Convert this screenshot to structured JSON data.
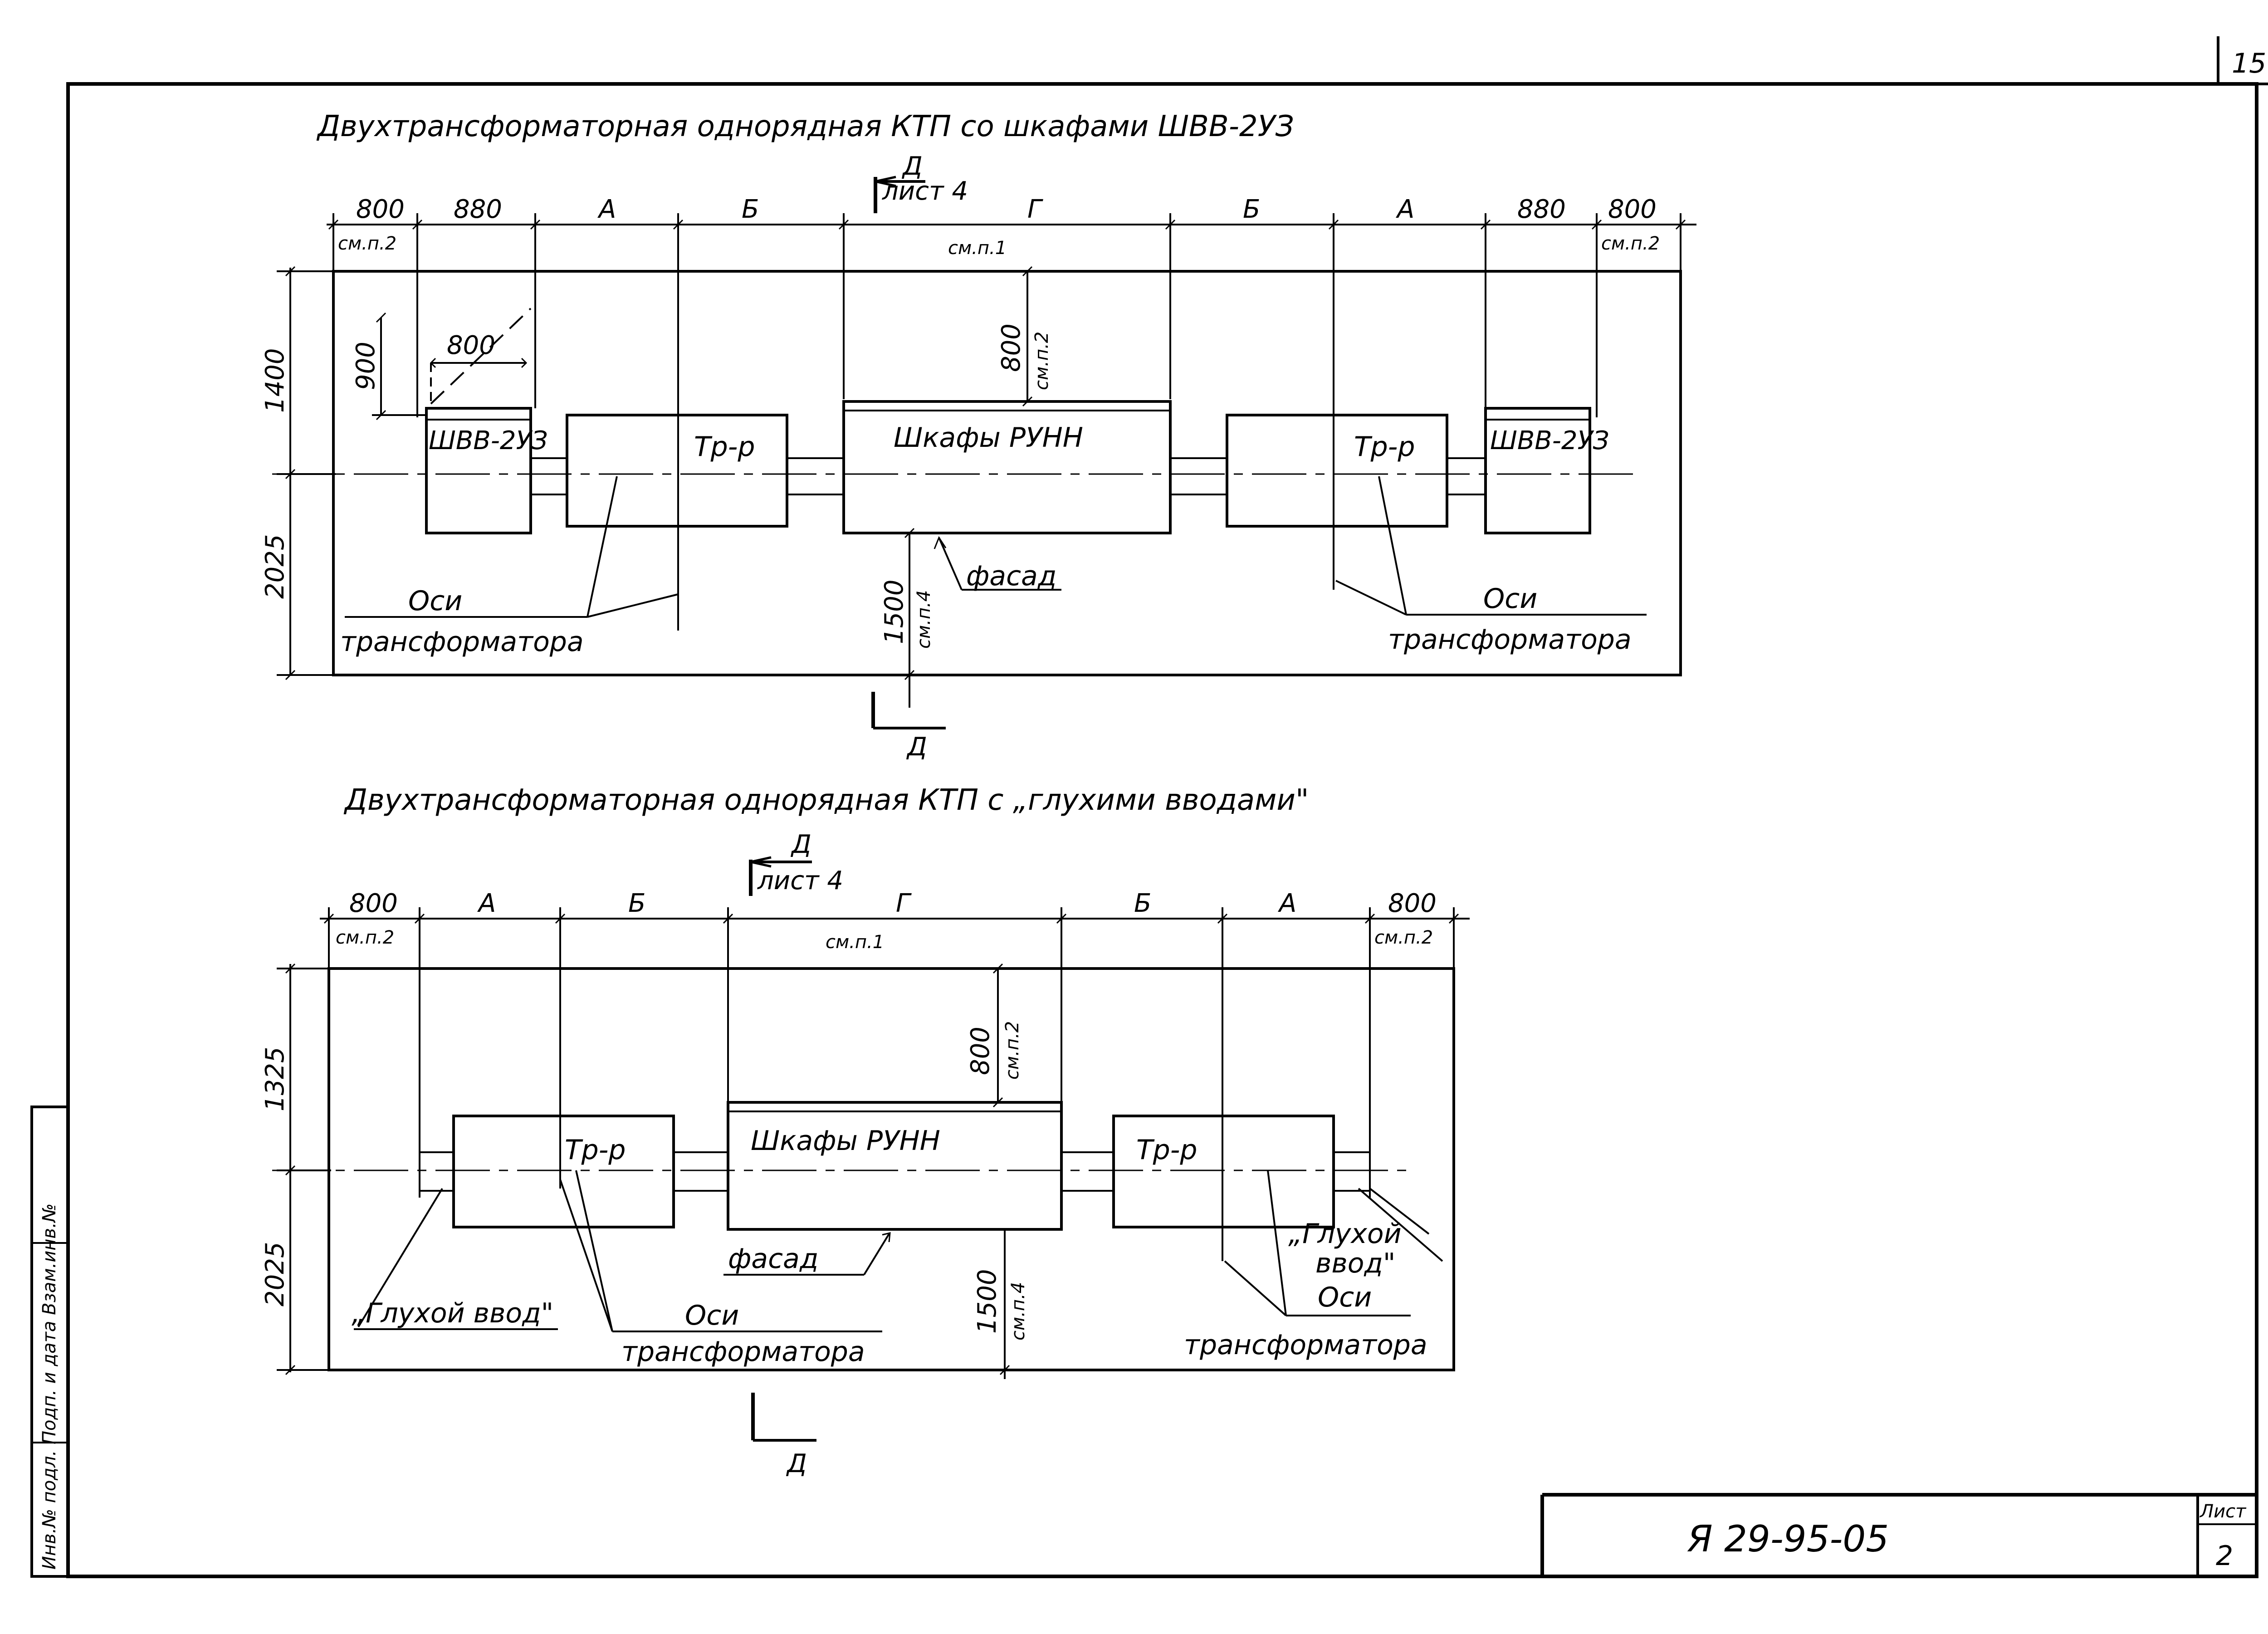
{
  "page": {
    "number": "15"
  },
  "stamp": {
    "code": "Я 29-95-05",
    "sheet_label": "Лист",
    "sheet_no": "2"
  },
  "side_stamp": {
    "text": "Инв.№ подл. Подп. и дата Взам.инв.№"
  },
  "plan1": {
    "title": "Двухтрансформаторная однорядная КТП со шкафами ШВВ-2УЗ",
    "section_letter": "Д",
    "section_ref": "лист 4",
    "top_dims": [
      "800",
      "880",
      "А",
      "Б",
      "Г",
      "Б",
      "А",
      "880",
      "800"
    ],
    "see_p1": "см.п.1",
    "see_p2": "см.п.2",
    "see_p4": "см.п.4",
    "d_1400": "1400",
    "d_2025": "2025",
    "d_900": "900",
    "d_800": "800",
    "d_1500": "1500",
    "cab_left": "ШВВ-2УЗ",
    "cab_right": "ШВВ-2УЗ",
    "tr_left": "Тр-р",
    "tr_right": "Тр-р",
    "runn": "Шкафы РУНН",
    "facade": "фасад",
    "axes_1": "Оси",
    "axes_2": "трансформатора"
  },
  "plan2": {
    "title": "Двухтрансформаторная однорядная КТП с „глухими вводами\"",
    "section_letter": "Д",
    "section_ref": "лист 4",
    "top_dims": [
      "800",
      "А",
      "Б",
      "Г",
      "Б",
      "А",
      "800"
    ],
    "see_p1": "см.п.1",
    "see_p2": "см.п.2",
    "see_p4": "см.п.4",
    "d_1325": "1325",
    "d_2025": "2025",
    "d_800": "800",
    "d_1500": "1500",
    "tr_left": "Тр-р",
    "tr_right": "Тр-р",
    "runn": "Шкафы РУНН",
    "facade": "фасад",
    "blind_left": "„Глухой ввод\"",
    "blind_right_1": "„Глухой",
    "blind_right_2": "ввод\"",
    "axes_1": "Оси",
    "axes_2": "трансформатора"
  }
}
